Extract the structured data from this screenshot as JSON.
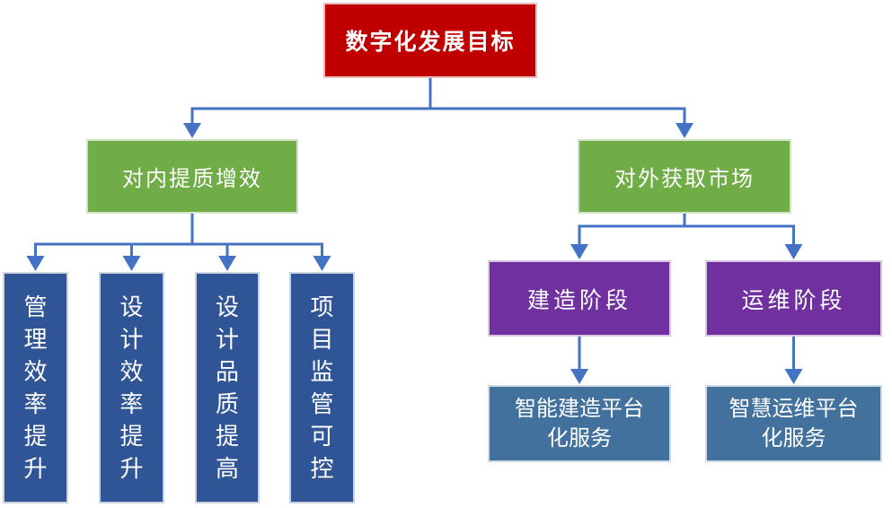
{
  "diagram": {
    "root": {
      "label": "数字化发展目标"
    },
    "internal": {
      "label": "对内提质增效",
      "leaves": [
        {
          "label": "管理效率提升"
        },
        {
          "label": "设计效率提升"
        },
        {
          "label": "设计品质提高"
        },
        {
          "label": "项目监管可控"
        }
      ]
    },
    "external": {
      "label": "对外获取市场",
      "stages": [
        {
          "label": "建造阶段",
          "service": "智能建造平台化服务"
        },
        {
          "label": "运维阶段",
          "service": "智慧运维平台化服务"
        }
      ]
    }
  },
  "colors": {
    "root-fill": "#C00000",
    "branch-fill": "#70AD47",
    "leaf-fill": "#2F5597",
    "stage-fill": "#7030A0",
    "service-fill": "#41719C",
    "connector": "#4472C4",
    "text": "#FFFFFF",
    "background": "#FFFFFF"
  }
}
